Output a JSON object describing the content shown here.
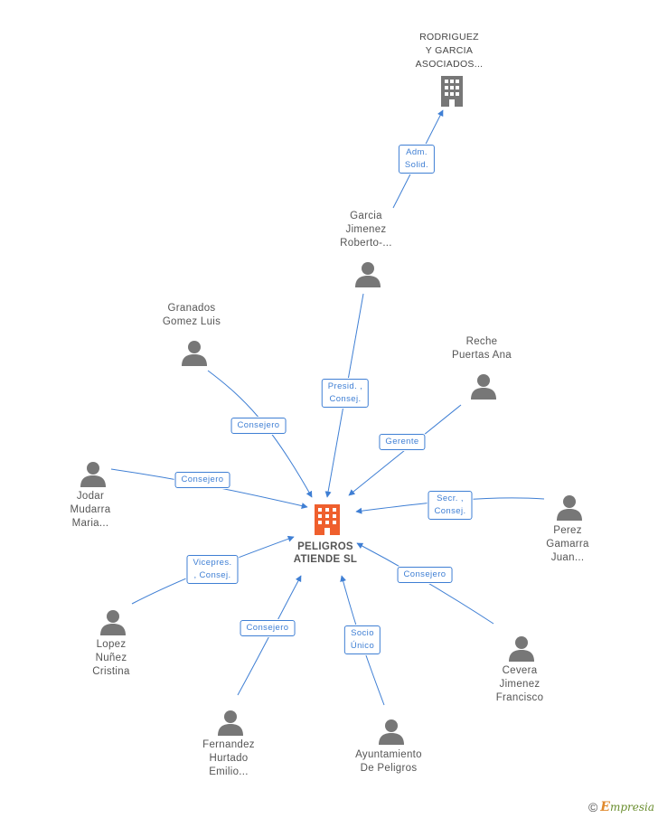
{
  "focus": {
    "name": "PELIGROS\nATIENDE SL"
  },
  "company": {
    "name": "RODRIGUEZ\nY GARCIA\nASOCIADOS..."
  },
  "people": [
    {
      "id": "garcia",
      "name": "Garcia\nJimenez\nRoberto-..."
    },
    {
      "id": "granados",
      "name": "Granados\nGomez Luis"
    },
    {
      "id": "reche",
      "name": "Reche\nPuertas Ana"
    },
    {
      "id": "jodar",
      "name": "Jodar\nMudarra\nMaria..."
    },
    {
      "id": "perez",
      "name": "Perez\nGamarra\nJuan..."
    },
    {
      "id": "lopez",
      "name": "Lopez\nNuñez\nCristina"
    },
    {
      "id": "cevera",
      "name": "Cevera\nJimenez\nFrancisco"
    },
    {
      "id": "fernandez",
      "name": "Fernandez\nHurtado\nEmilio..."
    },
    {
      "id": "ayuntamiento",
      "name": "Ayuntamiento\nDe Peligros"
    }
  ],
  "roles": [
    {
      "id": "garcia-company",
      "label": "Adm.\nSolid."
    },
    {
      "id": "garcia-focus",
      "label": "Presid. ,\nConsej."
    },
    {
      "id": "granados",
      "label": "Consejero"
    },
    {
      "id": "reche",
      "label": "Gerente"
    },
    {
      "id": "jodar",
      "label": "Consejero"
    },
    {
      "id": "perez",
      "label": "Secr. ,\nConsej."
    },
    {
      "id": "lopez",
      "label": "Vicepres.\n, Consej."
    },
    {
      "id": "cevera",
      "label": "Consejero"
    },
    {
      "id": "fernandez",
      "label": "Consejero"
    },
    {
      "id": "ayuntamiento",
      "label": "Socio\nÚnico"
    }
  ],
  "footer": {
    "copyright": "©",
    "brand_initial": "E",
    "brand_rest": "mpresia"
  },
  "colors": {
    "edge": "#3f7fd4",
    "focus_icon": "#ef5f2d",
    "node_icon": "#777777"
  }
}
